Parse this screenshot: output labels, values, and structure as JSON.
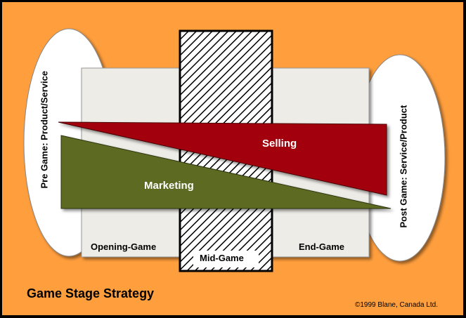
{
  "diagram": {
    "title": "Game Stage Strategy",
    "copyright": "©1999 Blane, Canada Ltd.",
    "pre_game": "Pre Game: Product/Service",
    "post_game": "Post Game: Service/Product",
    "stages": {
      "opening": "Opening-Game",
      "mid": "Mid-Game",
      "end": "End-Game"
    },
    "bands": {
      "selling": "Selling",
      "marketing": "Marketing"
    }
  },
  "colors": {
    "background": "#ff9e3d",
    "panel": "#eeece6",
    "selling": "#a3000f",
    "marketing": "#5c6a22",
    "oval": "#ffffff"
  }
}
